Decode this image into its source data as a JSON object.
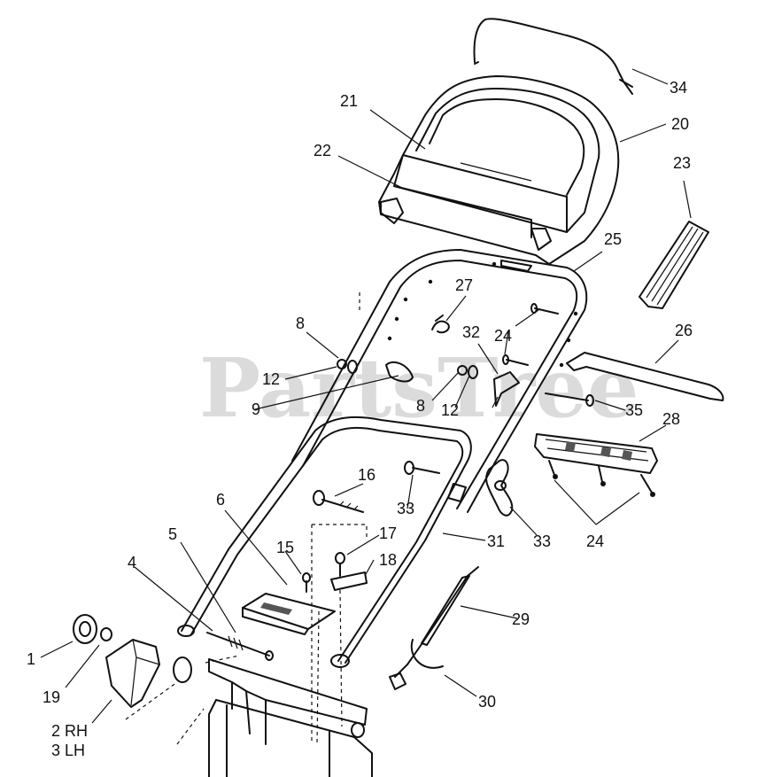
{
  "watermark": "PartsTree",
  "callouts": [
    {
      "id": "c1",
      "text": "1"
    },
    {
      "id": "c2rh",
      "text": "2 RH"
    },
    {
      "id": "c3lh",
      "text": "3 LH"
    },
    {
      "id": "c4",
      "text": "4"
    },
    {
      "id": "c5",
      "text": "5"
    },
    {
      "id": "c6",
      "text": "6"
    },
    {
      "id": "c8a",
      "text": "8"
    },
    {
      "id": "c8b",
      "text": "8"
    },
    {
      "id": "c9",
      "text": "9"
    },
    {
      "id": "c12a",
      "text": "12"
    },
    {
      "id": "c12b",
      "text": "12"
    },
    {
      "id": "c15",
      "text": "15"
    },
    {
      "id": "c16",
      "text": "16"
    },
    {
      "id": "c17",
      "text": "17"
    },
    {
      "id": "c18",
      "text": "18"
    },
    {
      "id": "c19",
      "text": "19"
    },
    {
      "id": "c20",
      "text": "20"
    },
    {
      "id": "c21",
      "text": "21"
    },
    {
      "id": "c22",
      "text": "22"
    },
    {
      "id": "c23",
      "text": "23"
    },
    {
      "id": "c24a",
      "text": "24"
    },
    {
      "id": "c24b",
      "text": "24"
    },
    {
      "id": "c25",
      "text": "25"
    },
    {
      "id": "c26",
      "text": "26"
    },
    {
      "id": "c27",
      "text": "27"
    },
    {
      "id": "c28",
      "text": "28"
    },
    {
      "id": "c29",
      "text": "29"
    },
    {
      "id": "c30",
      "text": "30"
    },
    {
      "id": "c31",
      "text": "31"
    },
    {
      "id": "c32",
      "text": "32"
    },
    {
      "id": "c33a",
      "text": "33"
    },
    {
      "id": "c33b",
      "text": "33"
    },
    {
      "id": "c34",
      "text": "34"
    },
    {
      "id": "c35",
      "text": "35"
    }
  ]
}
